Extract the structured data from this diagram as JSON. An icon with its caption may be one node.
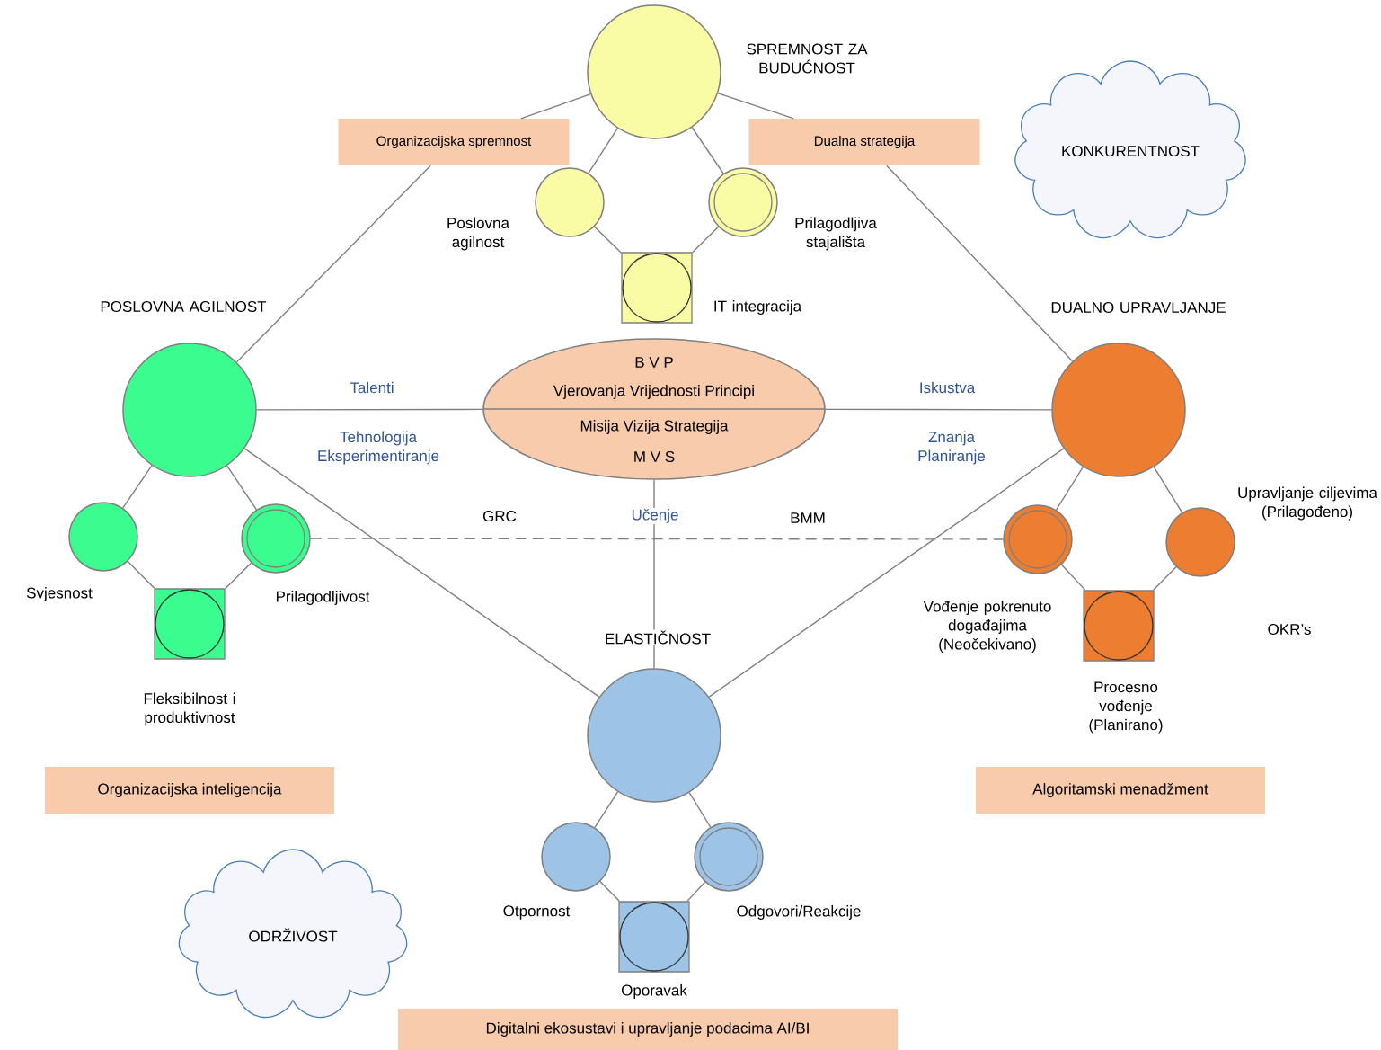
{
  "diagram": {
    "nodes": [
      {
        "text": [],
        "shape": "circle",
        "beside": [
          "SPREMNOST ZA BUDUĆNOST"
        ]
      },
      {
        "text": [
          "Organizacijska spremnost"
        ]
      },
      {
        "text": [
          "Dualna strategija"
        ]
      },
      {
        "text": [
          "KONKURENTNOST"
        ]
      },
      {
        "text": [],
        "shape": "circle",
        "beside": [
          "Poslovna agilnost"
        ]
      },
      {
        "text": [],
        "shape": "circle",
        "beside": [
          "Prilagodljiva stajališta"
        ]
      },
      {
        "text": [],
        "shape": "box",
        "beside": [
          "IT integracija"
        ]
      },
      {
        "text": [],
        "shape": "circle",
        "beside": [
          "POSLOVNA AGILNOST"
        ]
      },
      {
        "text": [
          "B V P",
          "Vjerovanja Vrijednosti Principi",
          "Misija Vizija Strategija",
          "M V S"
        ]
      },
      {
        "text": [],
        "shape": "circle",
        "beside": [
          "DUALNO UPRAVLJANJE"
        ]
      },
      {
        "text": [],
        "shape": "circle",
        "beside": [
          "Svjesnost"
        ]
      },
      {
        "text": [],
        "shape": "circle",
        "beside": [
          "Prilagodljivost"
        ]
      },
      {
        "text": [],
        "shape": "box",
        "beside": [
          "Fleksibilnost i produktivnost"
        ]
      },
      {
        "text": [],
        "shape": "circle",
        "beside": [
          "Vođenje pokrenuto događajima (Neočekivano)"
        ]
      },
      {
        "text": [],
        "shape": "circle",
        "beside": [
          "Upravljanje ciljevima (Prilagođeno)"
        ]
      },
      {
        "text": [],
        "shape": "box",
        "beside": [
          "Procesno vođenje (Planirano)"
        ]
      },
      {
        "text": [],
        "shape": "circle",
        "beside": [
          "ELASTIČNOST"
        ]
      },
      {
        "text": [
          "Organizacijska inteligencija"
        ]
      },
      {
        "text": [
          "Algoritamski menadžment"
        ]
      },
      {
        "text": [],
        "shape": "circle",
        "beside": [
          "Otpornost"
        ]
      },
      {
        "text": [],
        "shape": "circle",
        "beside": [
          "Odgovori/Reakcije"
        ]
      },
      {
        "text": [
          "ODRŽIVOST"
        ]
      },
      {
        "text": [],
        "shape": "box",
        "beside": [
          "Oporavak"
        ]
      },
      {
        "text": [
          "Digitalni ekosustavi i upravljanje podacima AI/BI"
        ]
      }
    ],
    "edges": [
      {
        "from": 0,
        "to": 1,
        "arrow": "none"
      },
      {
        "from": 1,
        "to": 7,
        "arrow": "none"
      },
      {
        "from": 0,
        "to": 2,
        "arrow": "none"
      },
      {
        "from": 2,
        "to": 9,
        "arrow": "none"
      },
      {
        "from": 0,
        "to": 4,
        "arrow": "none"
      },
      {
        "from": 0,
        "to": 5,
        "arrow": "none"
      },
      {
        "from": 4,
        "to": 6,
        "arrow": "none"
      },
      {
        "from": 5,
        "to": 6,
        "arrow": "none"
      },
      {
        "from": 7,
        "to": 8,
        "arrow": "none"
      },
      {
        "from": 8,
        "to": 9,
        "arrow": "none"
      },
      {
        "from": 7,
        "to": 16,
        "arrow": "none"
      },
      {
        "from": 9,
        "to": 16,
        "arrow": "none"
      },
      {
        "from": 8,
        "to": 16,
        "arrow": "none"
      },
      {
        "from": 7,
        "to": 10,
        "arrow": "none"
      },
      {
        "from": 7,
        "to": 11,
        "arrow": "none"
      },
      {
        "from": 10,
        "to": 12,
        "arrow": "none"
      },
      {
        "from": 11,
        "to": 12,
        "arrow": "none"
      },
      {
        "from": 9,
        "to": 13,
        "arrow": "none"
      },
      {
        "from": 9,
        "to": 14,
        "arrow": "none"
      },
      {
        "from": 13,
        "to": 15,
        "arrow": "none"
      },
      {
        "from": 14,
        "to": 15,
        "arrow": "none"
      },
      {
        "from": 16,
        "to": 19,
        "arrow": "none"
      },
      {
        "from": 16,
        "to": 20,
        "arrow": "none"
      },
      {
        "from": 19,
        "to": 22,
        "arrow": "none"
      },
      {
        "from": 20,
        "to": 22,
        "arrow": "none"
      },
      {
        "from": 11,
        "to": 13,
        "arrow": "none",
        "style": "dashed"
      }
    ],
    "labels": [
      "Talenti",
      "Tehnologija Eksperimentiranje",
      "Iskustva",
      "Znanja Planiranje",
      "GRC",
      "Učenje",
      "BMM",
      "OKR’s"
    ]
  }
}
